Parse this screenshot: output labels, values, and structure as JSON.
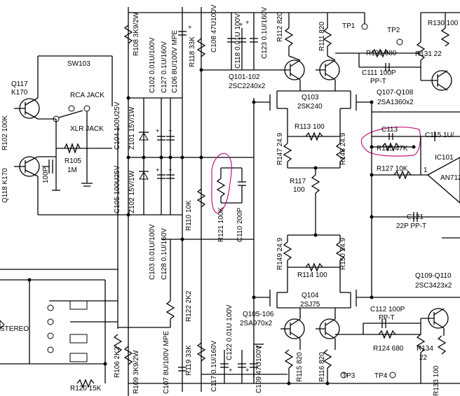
{
  "labels": {
    "r108": "R108 3K9/2W",
    "r118": "R118 33K",
    "c106": "C106 8U/100V MPE",
    "c127": "C127 0.1U/160V",
    "c102": "C102 0.01U/100V",
    "c104": "C104 100U25V",
    "z101": "Z101 15V/1W",
    "z102": "Z102 15V/1W",
    "c105": "C105 100U25V",
    "c108": "C108 47U100V",
    "c118": "C118 0.01U 100V",
    "c123": "C123 0.1U/160V",
    "r112": "R112 820",
    "r111": "R111 820",
    "tp1": "TP1",
    "tp2": "TP2",
    "r130": "R130 100",
    "r123": "R123 680",
    "c111": "C111 100P",
    "ppt1": "PP-T",
    "r131": "R131 22",
    "q101": "Q101-102",
    "q101b": "2SC2240x2",
    "q103": "Q103",
    "q103b": "2SK240",
    "q107": "Q107-Q108",
    "q107b": "2SA1360x2",
    "sw103": "SW103",
    "q117": "Q117",
    "q117b": "K170",
    "rca": "RCA JACK",
    "xlr": "XLR JACK",
    "r105": "R105",
    "r105v": "1M",
    "c100p": "100P",
    "q118": "Q118 K170",
    "r102": "R102 100K",
    "r113": "R113 100",
    "r147": "R147 24.9",
    "r148": "R148 24.9",
    "c113": "C113",
    "r125": "R125 47K",
    "c115": "C115 1U/",
    "ic101": "IC101",
    "r127": "R127 10K",
    "an": "AN712",
    "pin1": "1",
    "r110": "R110 10K",
    "r121": "R121 100K",
    "c110": "C110 200P",
    "r117": "R117",
    "r117v": "100",
    "c121": "C121",
    "c121v": "22P PP-T",
    "c103": "C103 0.01U/100V",
    "c128": "C128 0.1U/160V",
    "r149": "R149 24.9",
    "r150": "R150 24.9",
    "r114": "R114 100",
    "q109": "Q109-Q110",
    "q109b": "2SC3423x2",
    "r122": "R122 2K2",
    "q104": "Q104",
    "q104b": "2SJ75",
    "q105": "Q105-106",
    "q105b": "2SA970x2",
    "stereo": "STEREO",
    "c112": "C112 100P",
    "ppt2": "PP-T",
    "r124": "R124 680",
    "r134": "R134",
    "r134v": "22",
    "r106": "R106 2K2",
    "r109": "R109 3K9/2W",
    "r119": "R119 33K",
    "c107": "C107 8U/100V MPE",
    "c117": "C117 0.1U/160V",
    "c122": "C122 0.01U 100V",
    "c109": "C109 47U100V",
    "r115": "R115 820",
    "r116": "R116 820",
    "tp3": "TP3",
    "tp4": "TP4",
    "r133": "R133 100",
    "r120": "R120 15K"
  }
}
